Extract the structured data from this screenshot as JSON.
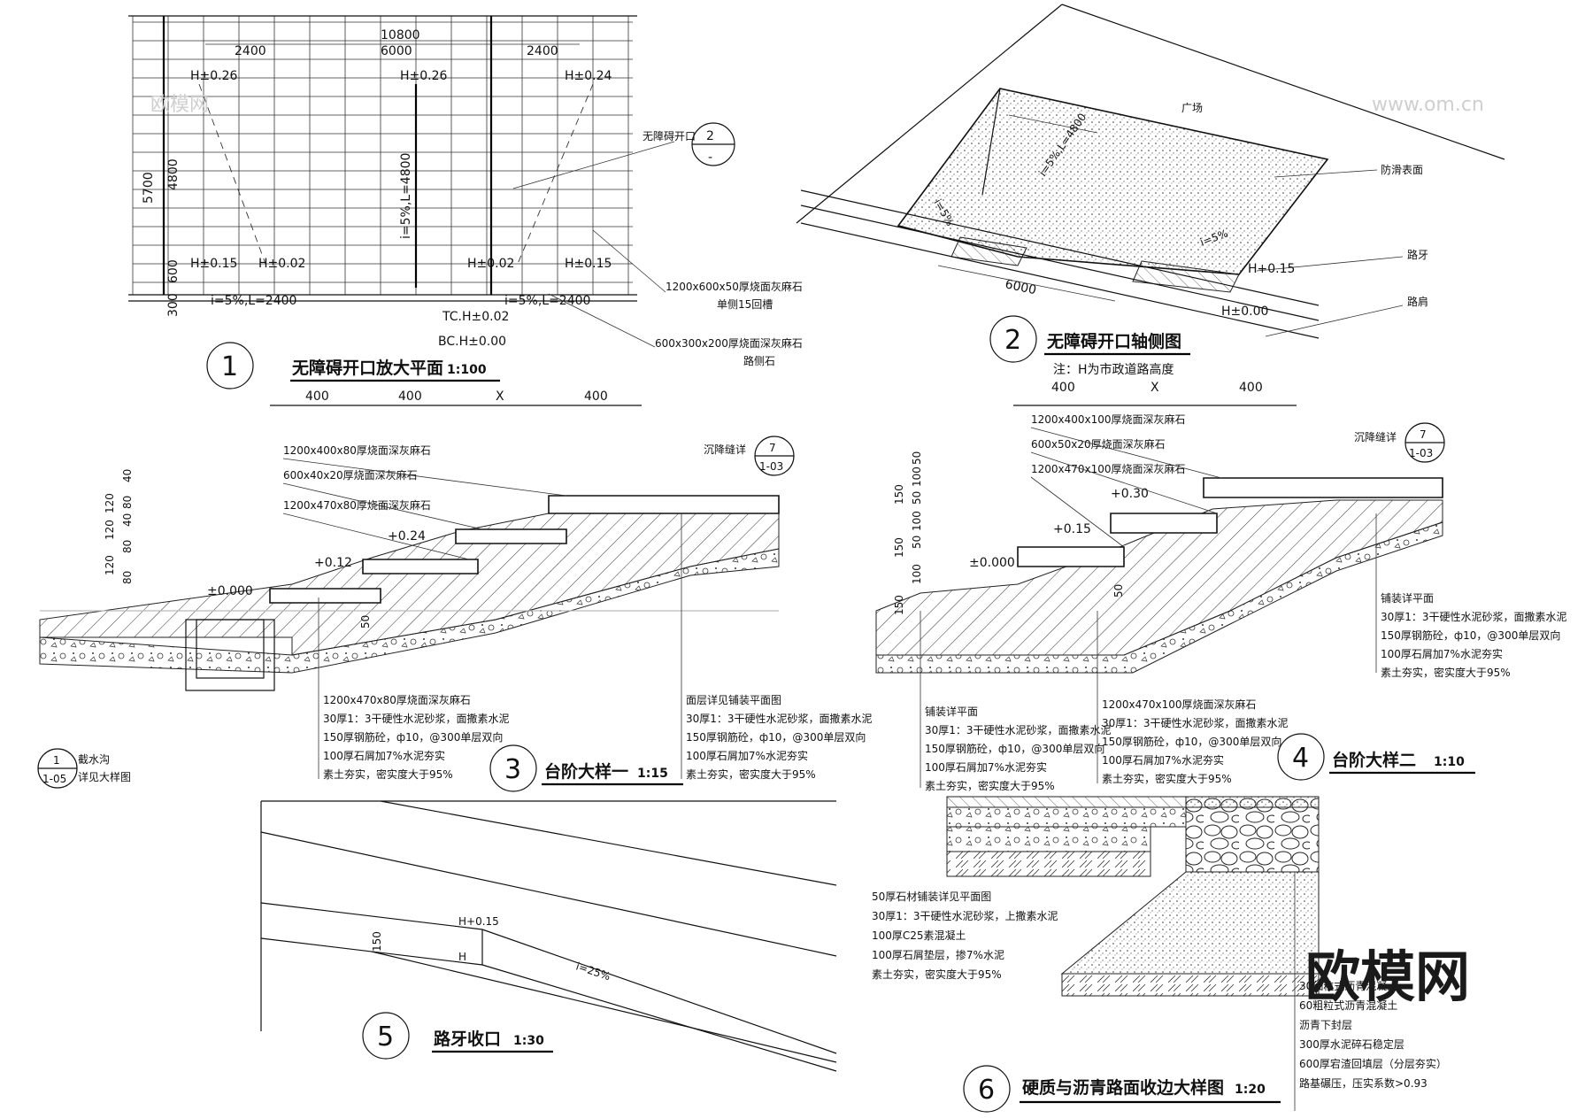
{
  "watermark": {
    "brand": "欧模网",
    "url": "www.om.cn"
  },
  "plan1": {
    "number": "1",
    "title": "无障碍开口放大平面",
    "scale": "1:100",
    "dims": {
      "total": "10800",
      "left": "2400",
      "mid": "6000",
      "right": "2400",
      "h_total": "5700",
      "h_upper": "4800",
      "h_mid": "600",
      "h_low": "300"
    },
    "levels": {
      "tl": "H±0.26",
      "tm": "H±0.26",
      "tr": "H±0.24",
      "bl1": "H±0.15",
      "bl2": "H±0.02",
      "br1": "H±0.02",
      "br2": "H±0.15"
    },
    "slopes": {
      "center": "i=5%,L=4800",
      "left": "i=5%,L=2400",
      "right": "i=5%,L=2400"
    },
    "curb_levels": {
      "tc": "TC.H±0.02",
      "bc": "BC.H±0.00"
    },
    "callout_ref": {
      "num": "2",
      "den": "-"
    },
    "notes": {
      "opening": "无障碍开口",
      "stone1": "1200x600x50厚烧面灰麻石",
      "stone1_sub": "单侧15回槽",
      "stone2": "600x300x200厚烧面深灰麻石",
      "stone2_sub": "路侧石"
    }
  },
  "axo2": {
    "number": "2",
    "title": "无障碍开口轴侧图",
    "note": "注：H为市政道路高度",
    "labels": {
      "plaza": "广场",
      "anti_slip": "防滑表面",
      "curb": "路牙",
      "shoulder": "路肩"
    },
    "slopes": {
      "main": "i=5%,L=4800",
      "side1": "i=5%",
      "side2": "i=5%"
    },
    "dim": "6000",
    "levels": {
      "h1": "H+0.15",
      "h2": "H±0.00"
    }
  },
  "step3": {
    "number": "3",
    "title": "台阶大样一",
    "scale": "1:15",
    "top_dims": [
      "400",
      "400",
      "X",
      "400"
    ],
    "left_dims": [
      "120",
      "120",
      "120",
      "120"
    ],
    "left_dims2": [
      "80",
      "80",
      "40",
      "80",
      "40",
      "80"
    ],
    "levels": {
      "l0": "±0.000",
      "l1": "+0.12",
      "l2": "+0.24"
    },
    "materials": [
      "1200x400x80厚烧面深灰麻石",
      "600x40x20厚烧面深灰麻石",
      "1200x470x80厚烧面深灰麻石"
    ],
    "joint": "沉降缝详",
    "joint_ref": {
      "num": "7",
      "den": "1-03"
    },
    "drain_ref": {
      "num": "1",
      "den": "1-05"
    },
    "drain_note1": "截水沟",
    "drain_note2": "详见大样图",
    "dim50": "50",
    "layers_left": [
      "1200x470x80厚烧面深灰麻石",
      "30厚1：3干硬性水泥砂浆，面撒素水泥",
      "150厚钢筋砼，ф10，@300单层双向",
      "100厚石屑加7%水泥夯实",
      "素土夯实，密实度大于95%"
    ],
    "layers_right": [
      "面层详见铺装平面图",
      "30厚1：3干硬性水泥砂浆，面撒素水泥",
      "150厚钢筋砼，ф10，@300单层双向",
      "100厚石屑加7%水泥夯实",
      "素土夯实，密实度大于95%"
    ]
  },
  "step4": {
    "number": "4",
    "title": "台阶大样二",
    "scale": "1:10",
    "top_dims": [
      "400",
      "X",
      "400"
    ],
    "left_dims": [
      "150",
      "150",
      "150"
    ],
    "left_dims2": [
      "100",
      "50",
      "100",
      "50",
      "100",
      "50"
    ],
    "levels": {
      "l0": "±0.000",
      "l1": "+0.15",
      "l2": "+0.30"
    },
    "materials": [
      "1200x400x100厚烧面深灰麻石",
      "600x50x20厚烧面深灰麻石",
      "1200x470x100厚烧面深灰麻石"
    ],
    "joint": "沉降缝详",
    "joint_ref": {
      "num": "7",
      "den": "1-03"
    },
    "dim50": "50",
    "layers_left": [
      "铺装详平面",
      "30厚1：3干硬性水泥砂浆，面撒素水泥",
      "150厚钢筋砼，ф10，@300单层双向",
      "100厚石屑加7%水泥夯实",
      "素土夯实，密实度大于95%"
    ],
    "layers_mid": [
      "1200x470x100厚烧面深灰麻石",
      "30厚1：3干硬性水泥砂浆，面撒素水泥",
      "150厚钢筋砼，ф10，@300单层双向",
      "100厚石屑加7%水泥夯实",
      "素土夯实，密实度大于95%"
    ],
    "layers_right": [
      "铺装详平面",
      "30厚1：3干硬性水泥砂浆，面撒素水泥",
      "150厚钢筋砼，ф10，@300单层双向",
      "100厚石屑加7%水泥夯实",
      "素土夯实，密实度大于95%"
    ]
  },
  "curb5": {
    "number": "5",
    "title": "路牙收口",
    "scale": "1:30",
    "level": "H+0.15",
    "level_base": "H",
    "dim": "150",
    "slope": "i=25%"
  },
  "pave6": {
    "number": "6",
    "title": "硬质与沥青路面收边大样图",
    "scale": "1:20",
    "layers_left": [
      "50厚石材铺装详见平面图",
      "30厚1：3干硬性水泥砂浆，上撒素水泥",
      "100厚C25素混凝土",
      "100厚石屑垫层，掺7%水泥",
      "素土夯实，密实度大于95%"
    ],
    "layers_right": [
      "30细粒式沥青混凝土",
      "60粗粒式沥青混凝土",
      "沥青下封层",
      "300厚水泥碎石稳定层",
      "600厚宕渣回填层（分层夯实）",
      "路基碾压，压实系数>0.93"
    ]
  }
}
